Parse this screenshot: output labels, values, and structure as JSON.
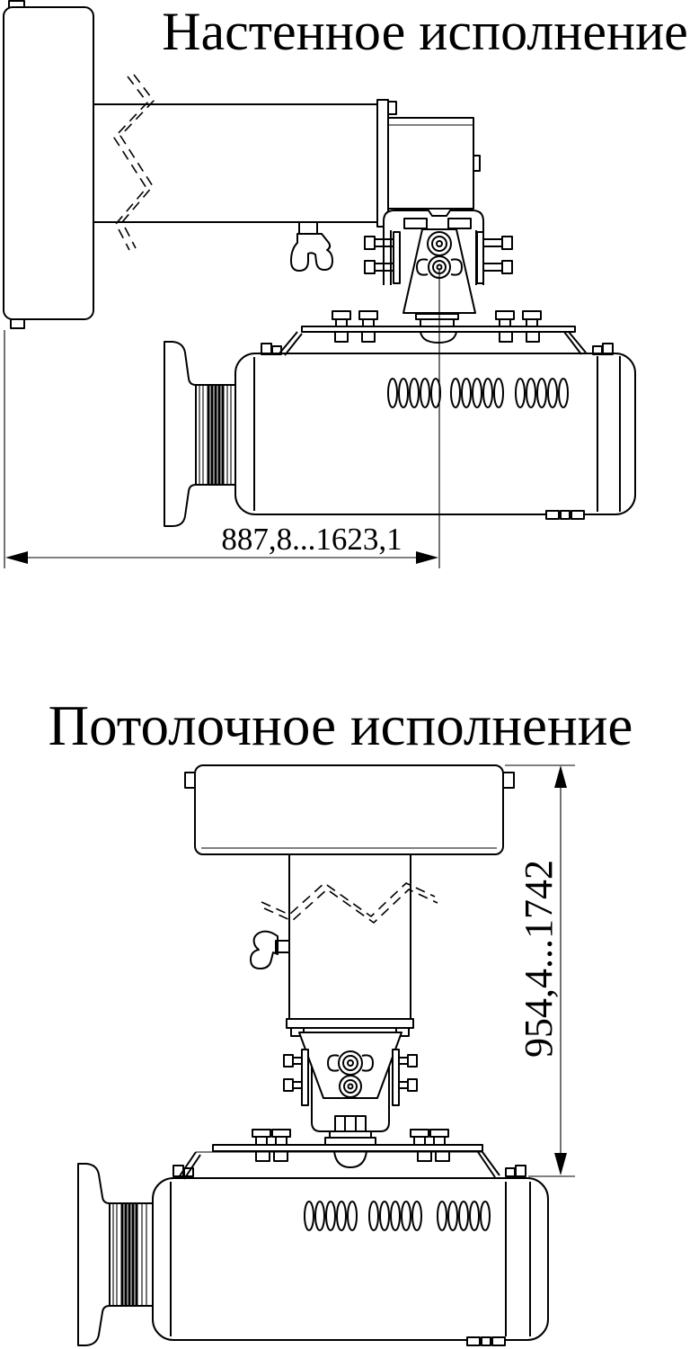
{
  "page": {
    "background": "#ffffff",
    "line_color": "#000000"
  },
  "figures": [
    {
      "id": "wall-mount",
      "title": "Настенное исполнение",
      "dimension": {
        "label": "887,8...1623,1",
        "orientation": "horizontal"
      }
    },
    {
      "id": "ceiling-mount",
      "title": "Потолочное исполнение",
      "dimension": {
        "label": "954,4...1742",
        "orientation": "vertical"
      }
    }
  ]
}
